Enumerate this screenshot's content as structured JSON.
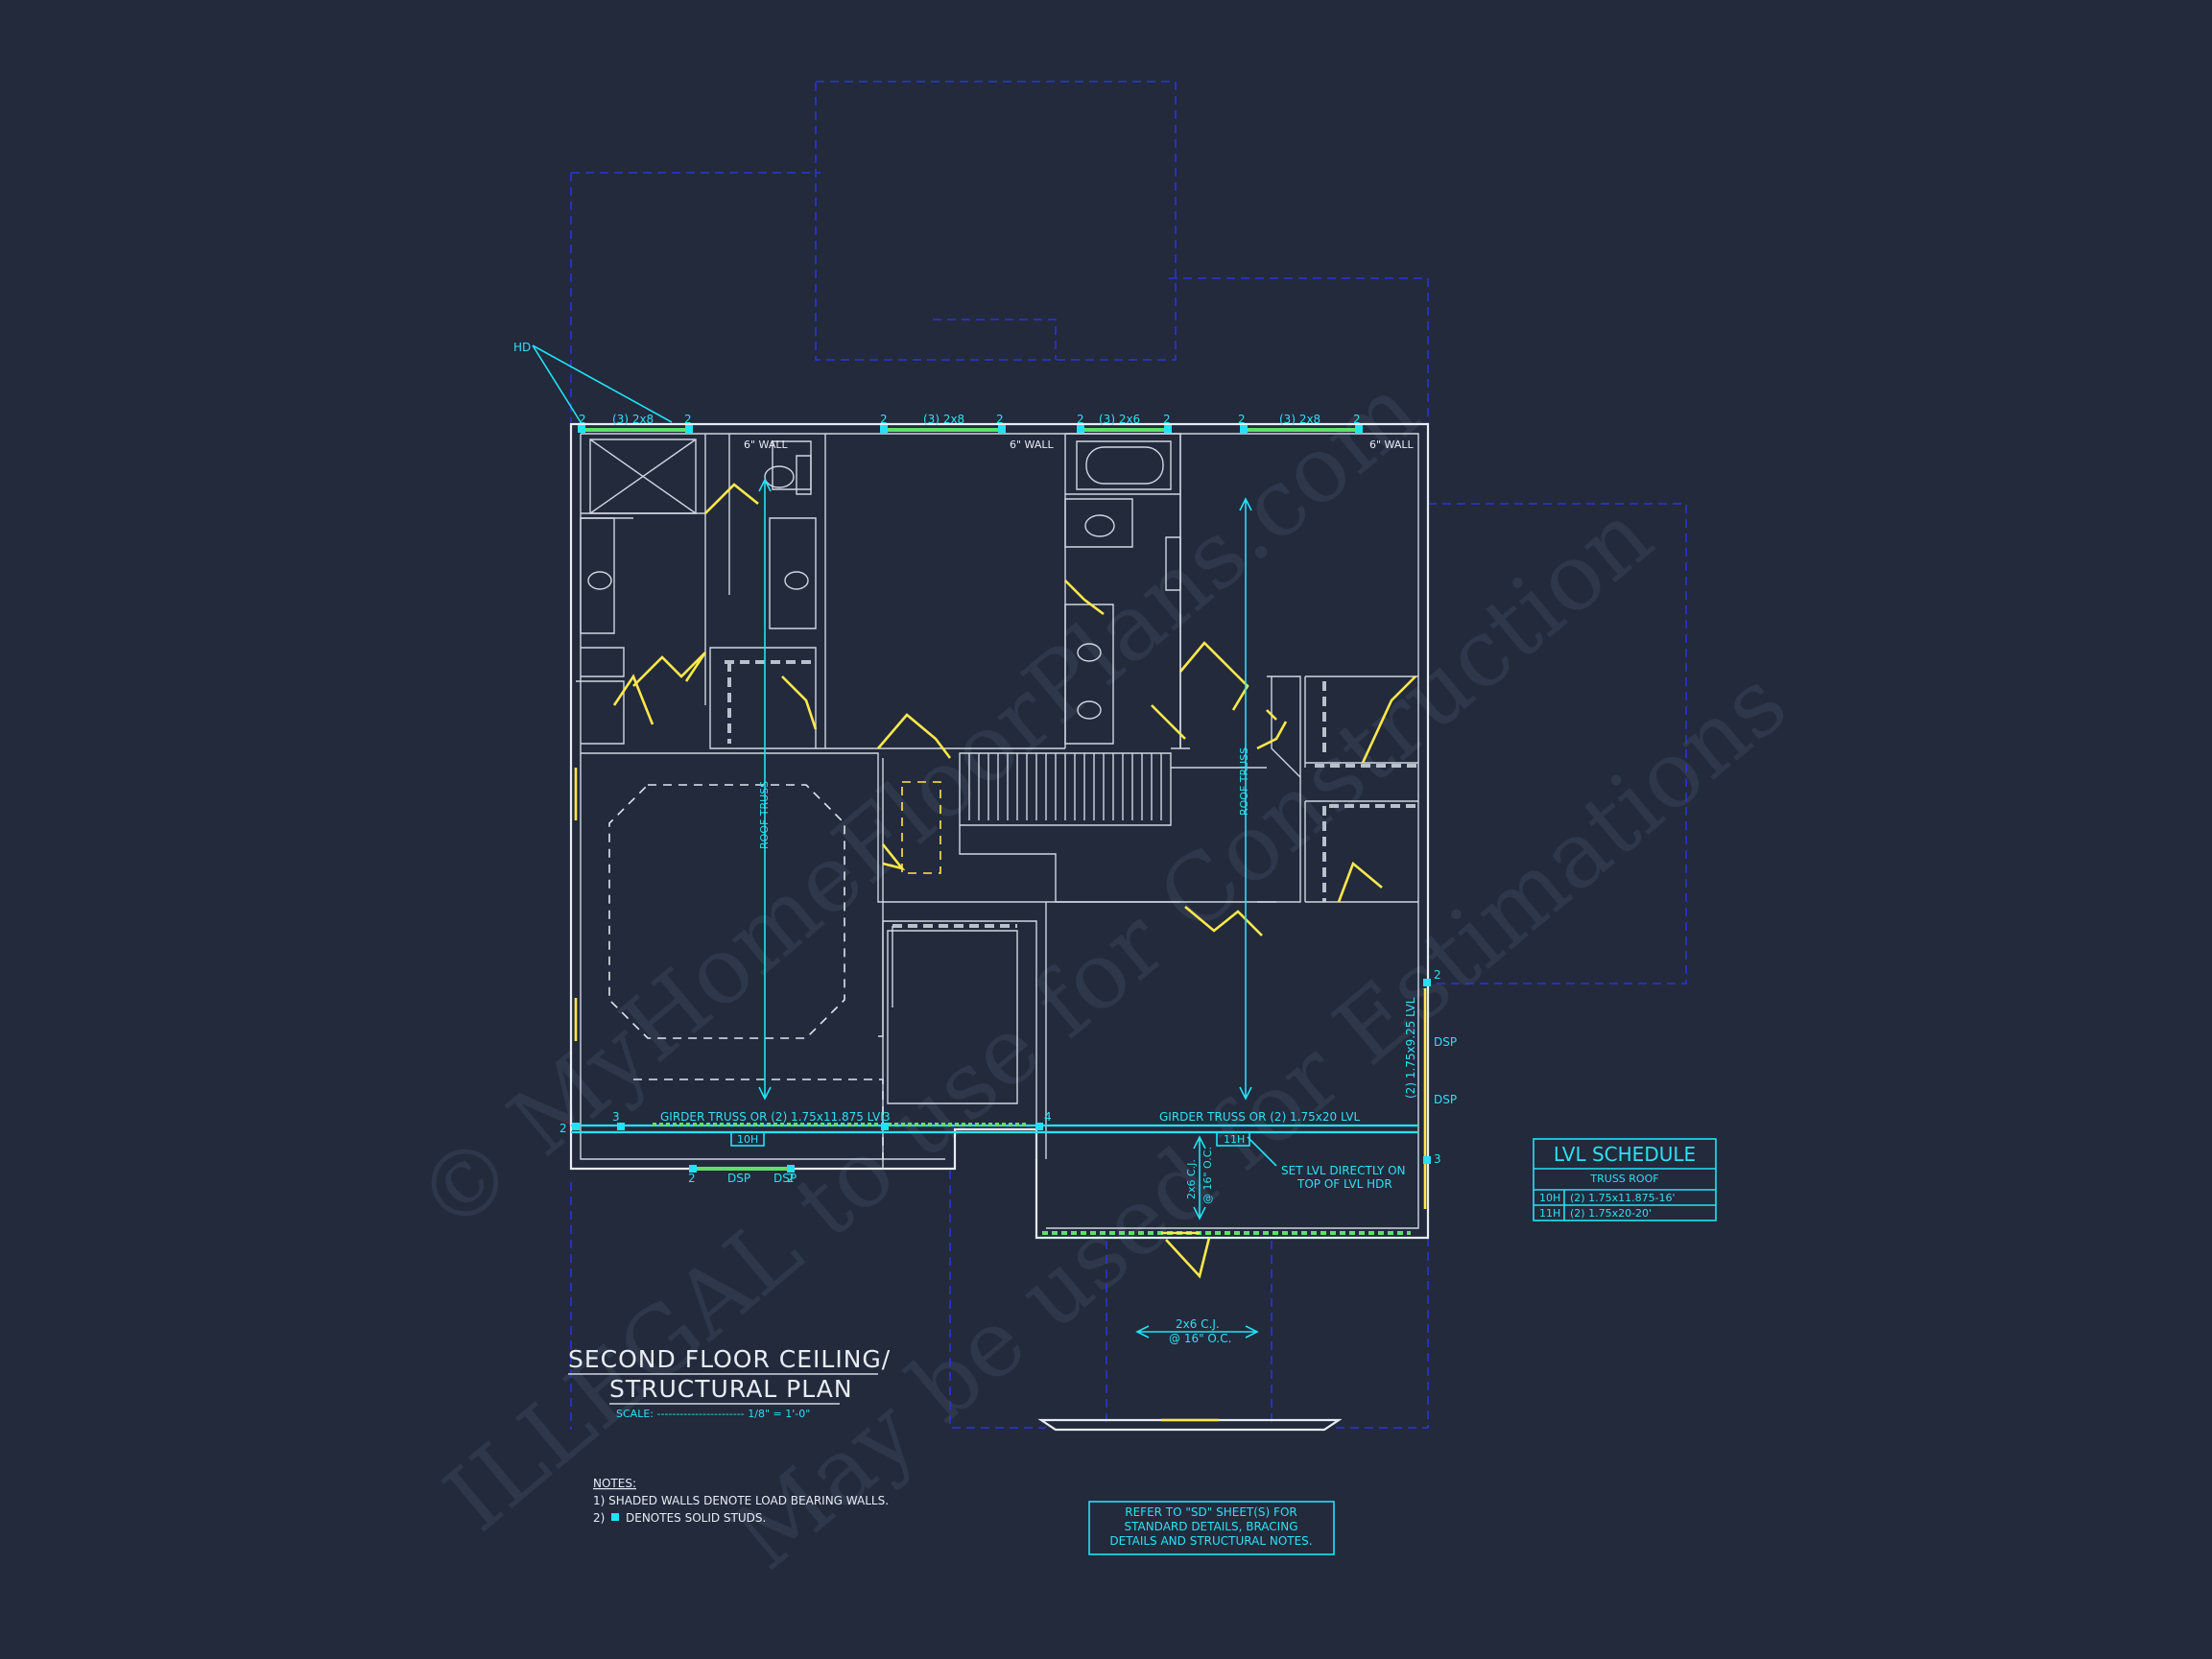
{
  "watermark": {
    "line1": "© MyHomeFloorPlans.com",
    "line2": "ILLEGAL to use for Construction",
    "line3": "May be used for Estimations"
  },
  "title": {
    "line1": "SECOND FLOOR CEILING/",
    "line2": "STRUCTURAL PLAN",
    "scale_label": "SCALE: ----------------------- 1/8\" = 1'-0\""
  },
  "notes": {
    "heading": "NOTES:",
    "item1": "1) SHADED WALLS DENOTE LOAD BEARING WALLS.",
    "item2_prefix": "2)",
    "item2_text": "DENOTES SOLID STUDS."
  },
  "refer_box": {
    "line1": "REFER TO \"SD\" SHEET(S) FOR",
    "line2": "STANDARD DETAILS, BRACING",
    "line3": "DETAILS AND STRUCTURAL NOTES."
  },
  "lvl_schedule": {
    "title": "LVL SCHEDULE",
    "subtitle": "TRUSS ROOF",
    "rows": [
      {
        "mark": "10H",
        "desc": "(2) 1.75x11.875-16'"
      },
      {
        "mark": "11H",
        "desc": "(2) 1.75x20-20'"
      }
    ]
  },
  "labels": {
    "hd": "HD",
    "header_3_2x8": "(3) 2x8",
    "header_3_2x6": "(3) 2x6",
    "wall_6in": "6\" WALL",
    "roof_truss": "ROOF TRUSS",
    "girder_left": "GIRDER TRUSS OR (2) 1.75x11.875 LVL",
    "girder_right": "GIRDER TRUSS OR (2) 1.75x20 LVL",
    "tag_10h": "10H",
    "tag_11h": "11H",
    "set_lvl_1": "SET LVL DIRECTLY ON",
    "set_lvl_2": "TOP OF LVL HDR",
    "cj_vert_1": "2x6 C.J.",
    "cj_vert_2": "@ 16\" O.C.",
    "cj_bottom_1": "2x6 C.J.",
    "cj_bottom_2": "@ 16\" O.C.",
    "dsp": "DSP",
    "lvl_vertical": "(2) 1.75x9.25 LVL",
    "n2": "2",
    "n3": "3",
    "n4": "4"
  },
  "colors": {
    "background": "#222a3c",
    "walls": "#e8edf5",
    "annotation": "#21e3f5",
    "doors": "#ffe94a",
    "roof_outline": "#2b35d6",
    "header_marks": "#5ee06a"
  }
}
